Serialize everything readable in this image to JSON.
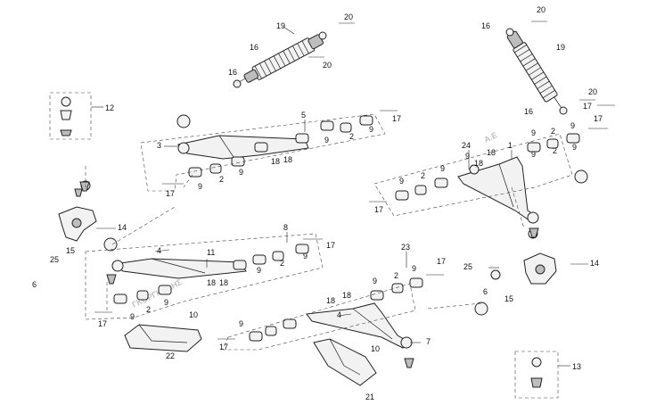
{
  "watermark": {
    "name": "ΓΚΟΡΓΚΟΛΗΣ",
    "suffix": "Α.Ε"
  },
  "colors": {
    "line": "#222222",
    "watermark": "#ff2a2a",
    "background": "#ffffff"
  },
  "labels": {
    "c1": "1",
    "c2a": "2",
    "c2b": "2",
    "c2c": "2",
    "c2d": "2",
    "c2e": "2",
    "c2f": "2",
    "c2g": "2",
    "c2h": "2",
    "c3": "3",
    "c4a": "4",
    "c4b": "4",
    "c5": "5",
    "c6a": "6",
    "c6b": "6",
    "c7": "7",
    "c8": "8",
    "c9a": "9",
    "c9b": "9",
    "c9c": "9",
    "c9d": "9",
    "c9e": "9",
    "c9f": "9",
    "c9g": "9",
    "c9h": "9",
    "c9i": "9",
    "c9j": "9",
    "c9k": "9",
    "c9l": "9",
    "c9m": "9",
    "c9n": "9",
    "c9o": "9",
    "c9p": "9",
    "c9q": "9",
    "c9r": "9",
    "c10a": "10",
    "c10b": "10",
    "c11": "11",
    "c12": "12",
    "c13": "13",
    "c14a": "14",
    "c14b": "14",
    "c15a": "15",
    "c15b": "15",
    "c16a": "16",
    "c16b": "16",
    "c16c": "16",
    "c16d": "16",
    "c17a": "17",
    "c17b": "17",
    "c17c": "17",
    "c17d": "17",
    "c17e": "17",
    "c17f": "17",
    "c17g": "17",
    "c17h": "17",
    "c17i": "17",
    "c18a": "18",
    "c18b": "18",
    "c18c": "18",
    "c18d": "18",
    "c18e": "18",
    "c18f": "18",
    "c18g": "18",
    "c19a": "19",
    "c19b": "19",
    "c20a": "20",
    "c20b": "20",
    "c20c": "20",
    "c20d": "20",
    "c21": "21",
    "c22": "22",
    "c23": "23",
    "c24": "24",
    "c25a": "25",
    "c25b": "25"
  }
}
